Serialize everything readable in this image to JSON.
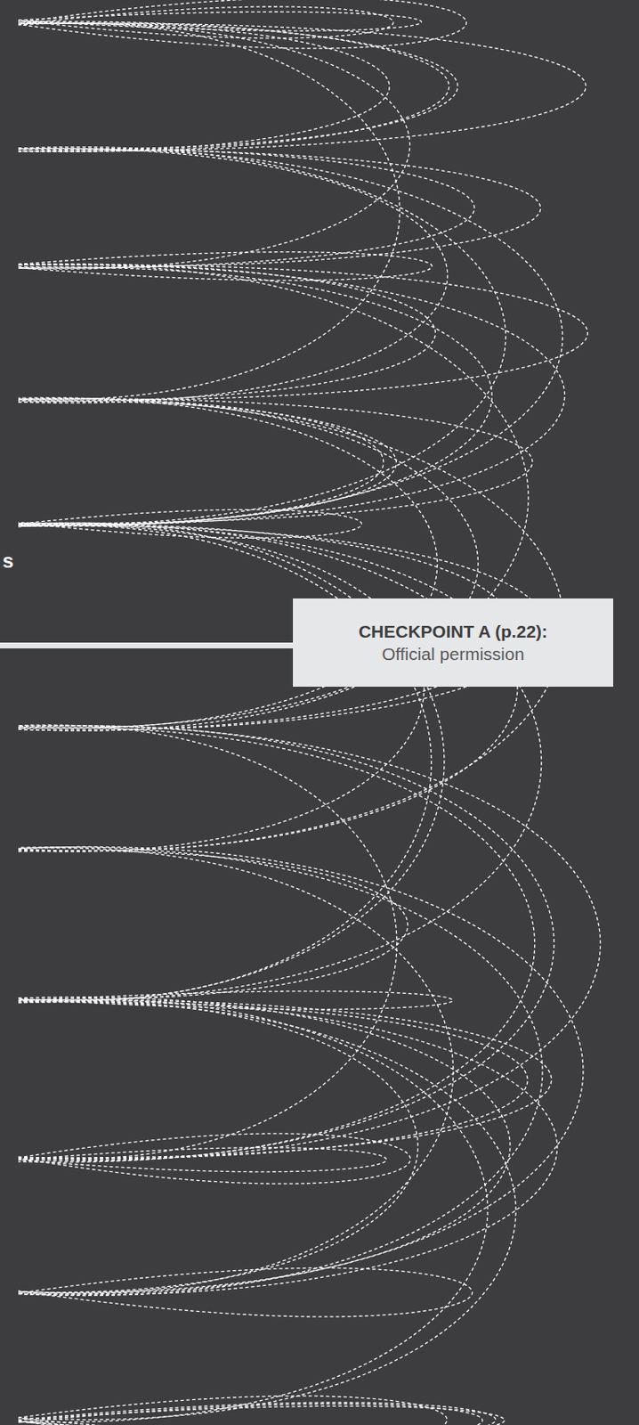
{
  "diagram": {
    "nodes": [
      {
        "text": [
          "CHECKPOINT A (p.22):",
          "Official permission"
        ]
      }
    ],
    "labels": [
      "s"
    ]
  }
}
